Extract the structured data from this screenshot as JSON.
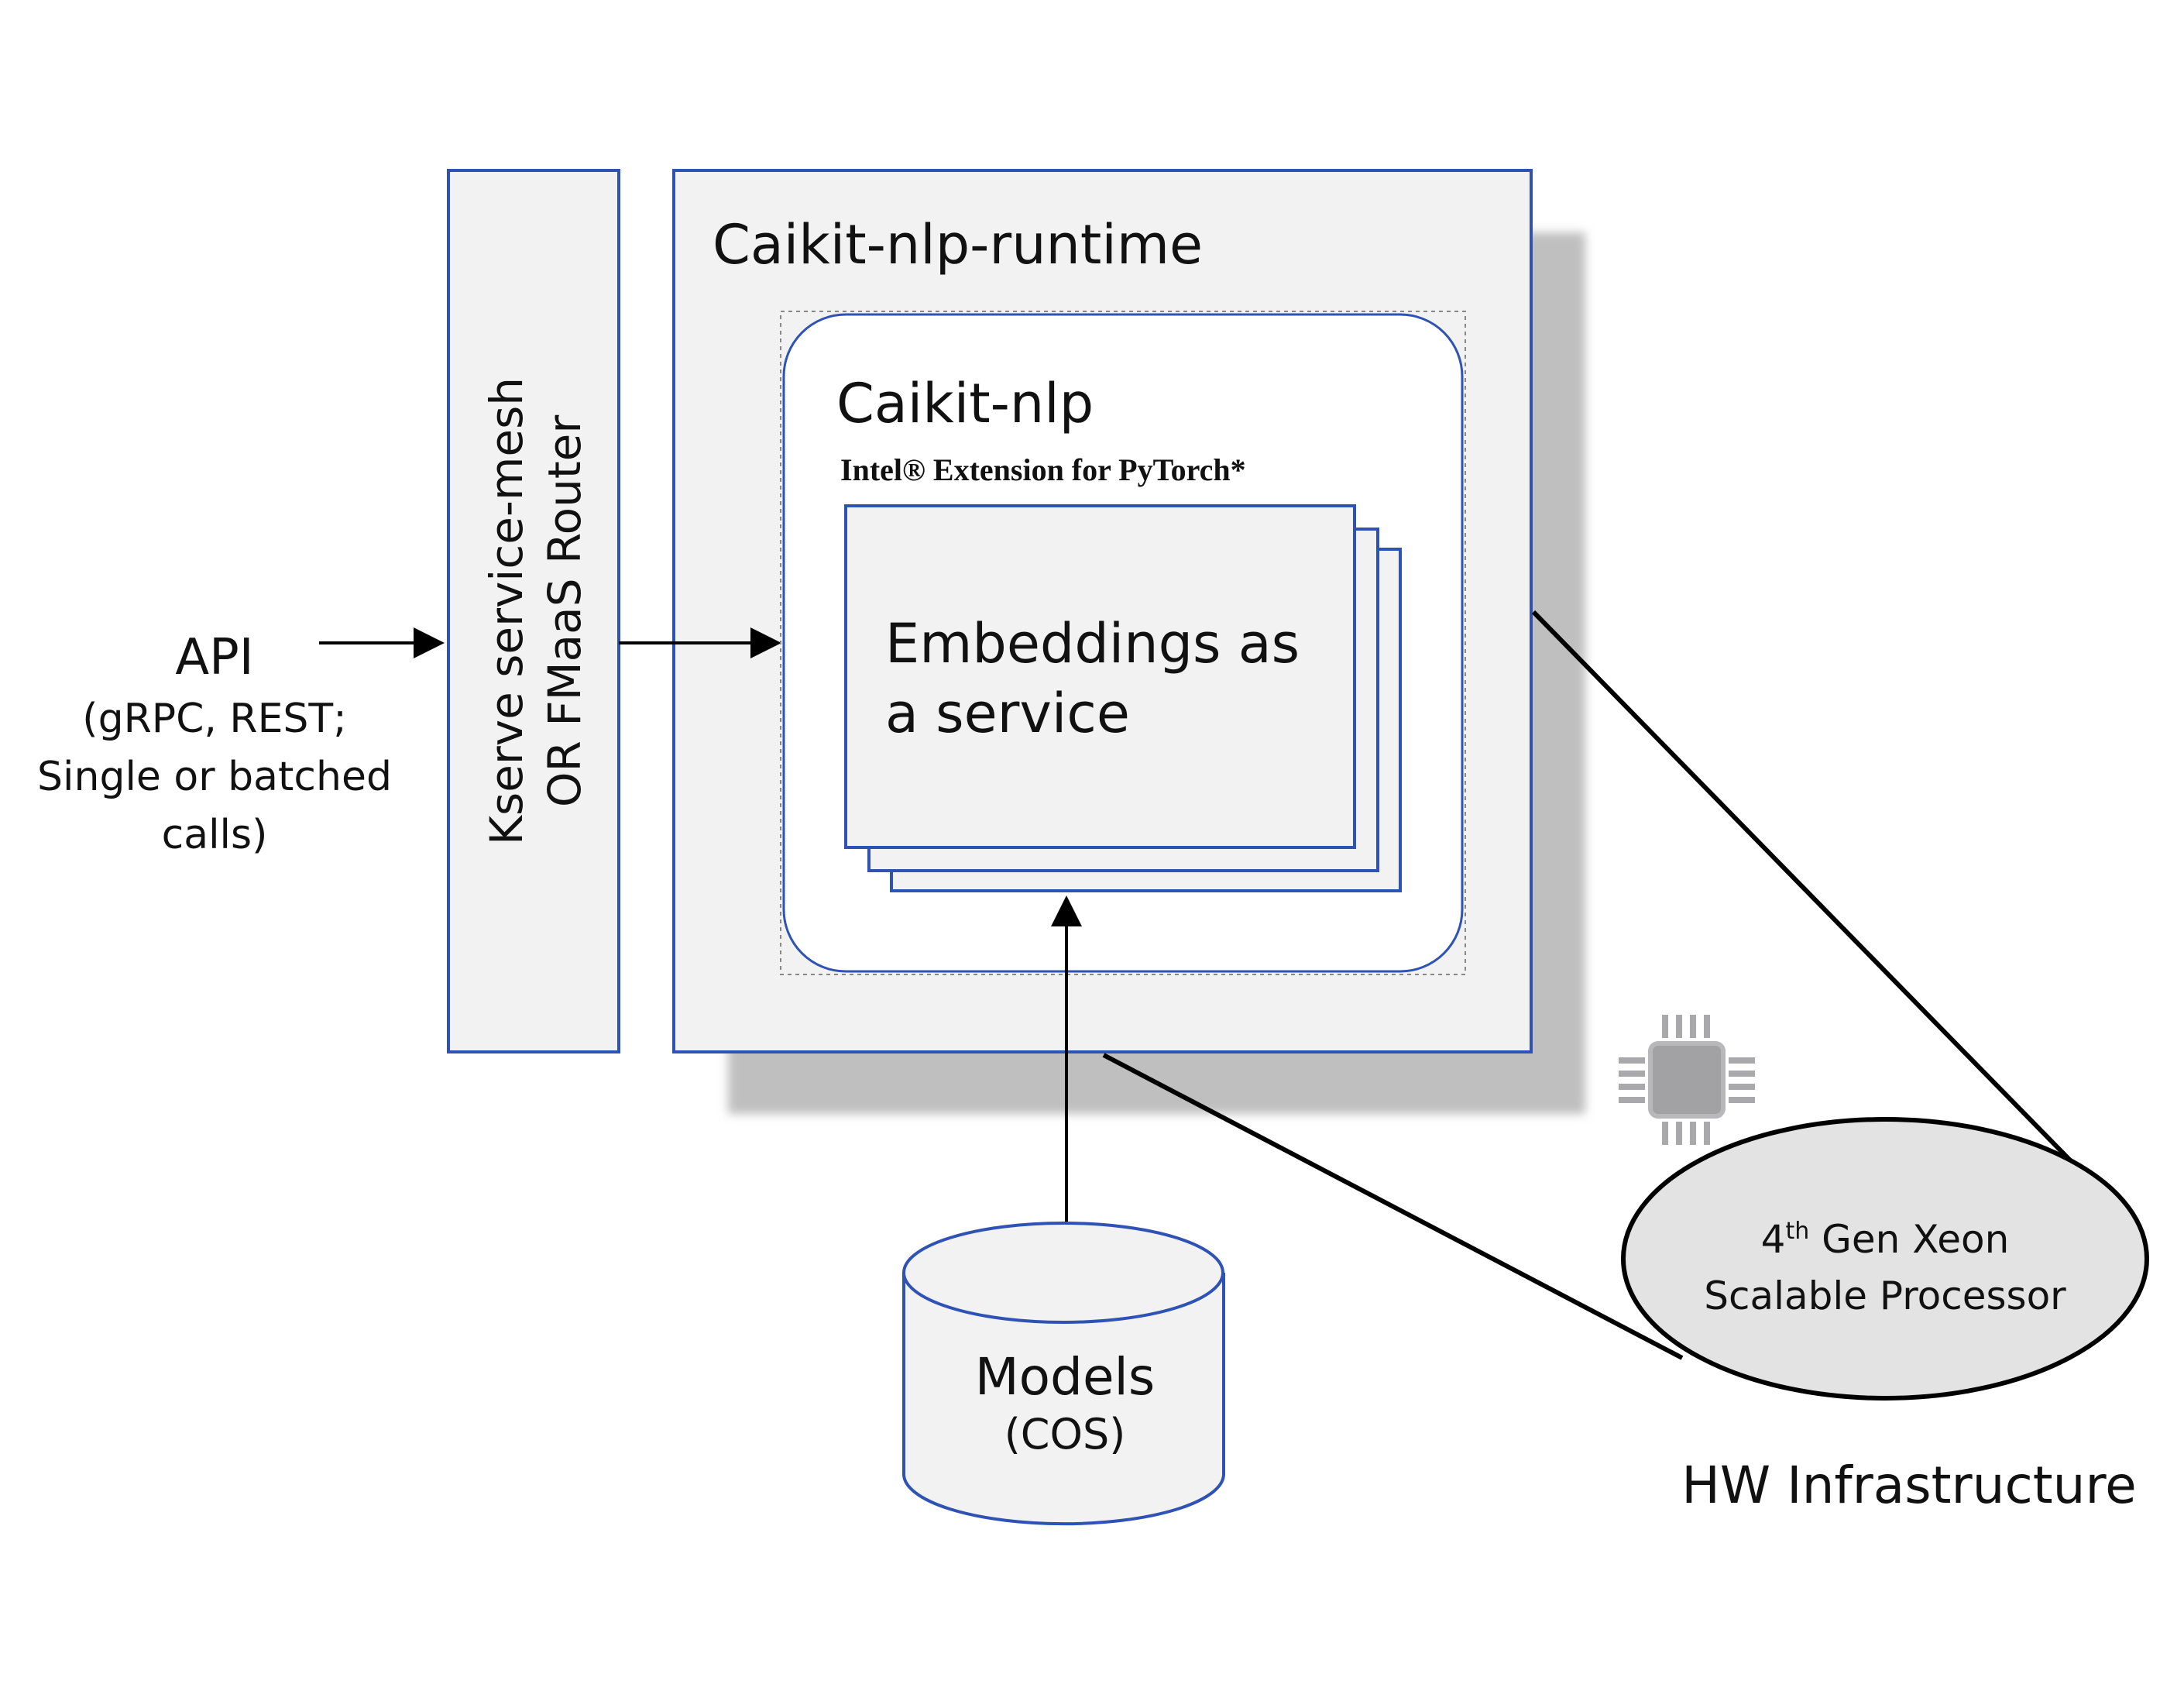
{
  "colors": {
    "box_fill": "#f2f2f2",
    "box_stroke": "#2f52b5",
    "shadow": "#bfbfbf",
    "ellipse_fill": "#e3e3e3",
    "chip": "#a6a6a6",
    "text": "#111111",
    "line": "#000000"
  },
  "api": {
    "title": "API",
    "line1": "(gRPC, REST;",
    "line2": "Single or batched",
    "line3": "calls)"
  },
  "router": {
    "line1": "Kserve service-mesh",
    "line2": "OR   FMaaS Router"
  },
  "runtime": {
    "title": "Caikit-nlp-runtime"
  },
  "caikit_nlp": {
    "title": "Caikit-nlp",
    "subtitle": "Intel® Extension for PyTorch*"
  },
  "service": {
    "line1": "Embeddings as",
    "line2": "a service"
  },
  "models": {
    "title": "Models",
    "subtitle": "(COS)"
  },
  "processor": {
    "gen": "4",
    "gen_suffix": "th",
    "line1_rest": " Gen Xeon",
    "line2": "Scalable Processor",
    "icon": "cpu-chip-icon"
  },
  "hw": {
    "label": "HW Infrastructure"
  }
}
